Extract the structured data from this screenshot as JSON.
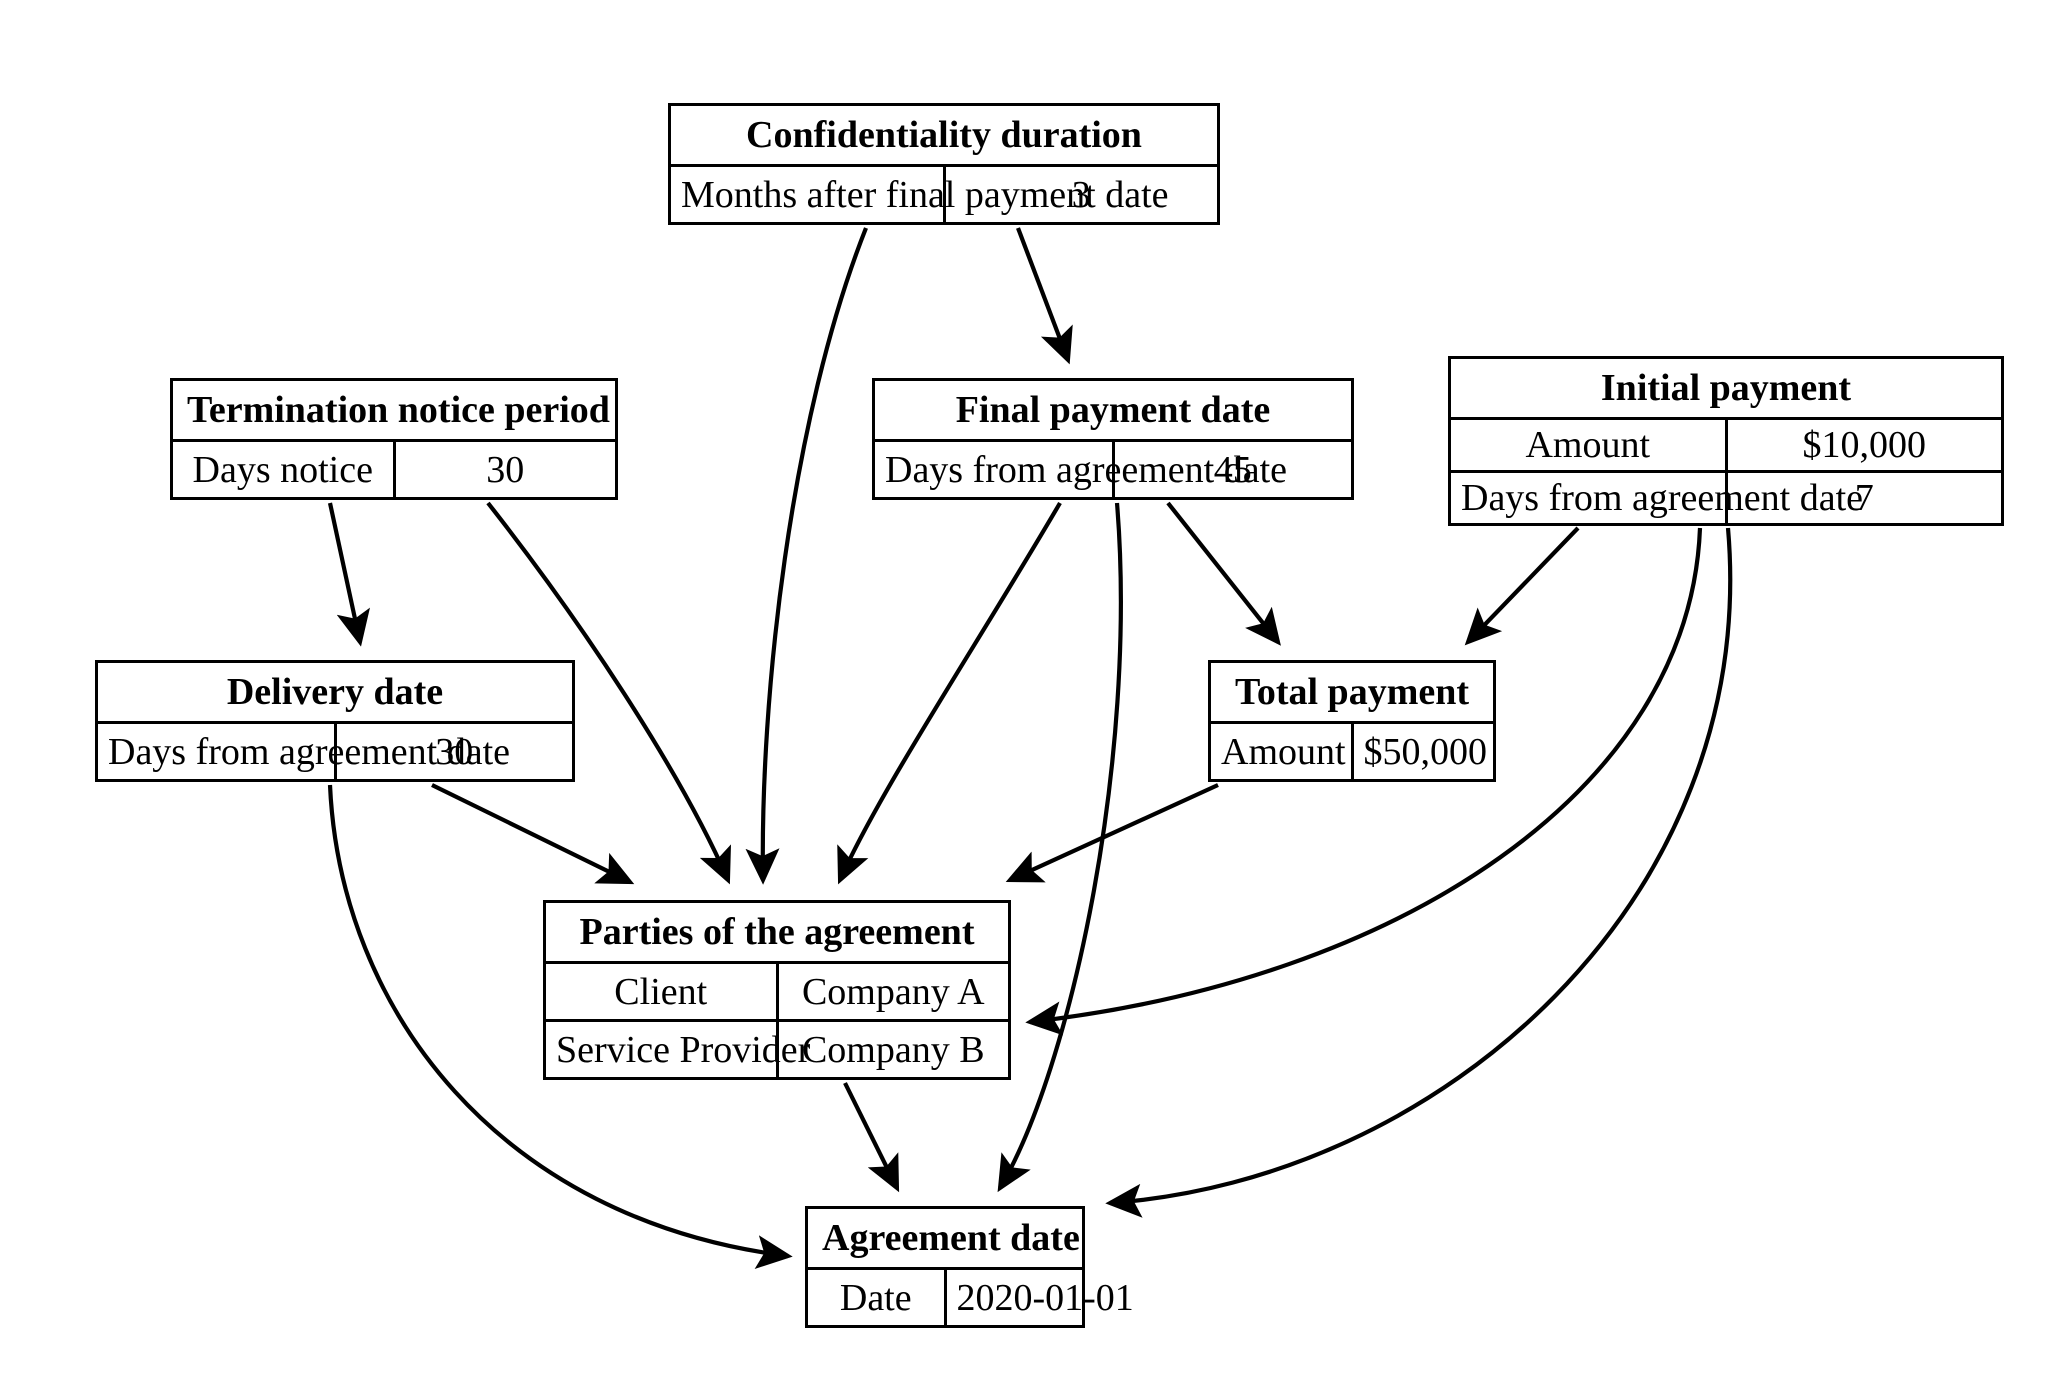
{
  "diagram": {
    "type": "entity-relationship-flow",
    "background_color": "#ffffff",
    "line_color": "#000000",
    "nodes": [
      {
        "id": "confidentiality",
        "title": "Confidentiality duration",
        "rows": [
          {
            "key": "Months after final payment date",
            "value": "3"
          }
        ]
      },
      {
        "id": "termination",
        "title": "Termination notice period",
        "rows": [
          {
            "key": "Days notice",
            "value": "30"
          }
        ]
      },
      {
        "id": "final_payment",
        "title": "Final payment date",
        "rows": [
          {
            "key": "Days from agreement date",
            "value": "45"
          }
        ]
      },
      {
        "id": "initial_payment",
        "title": "Initial payment",
        "rows": [
          {
            "key": "Amount",
            "value": "$10,000"
          },
          {
            "key": "Days from agreement date",
            "value": "7"
          }
        ]
      },
      {
        "id": "delivery",
        "title": "Delivery date",
        "rows": [
          {
            "key": "Days from agreement date",
            "value": "30"
          }
        ]
      },
      {
        "id": "total_payment",
        "title": "Total payment",
        "rows": [
          {
            "key": "Amount",
            "value": "$50,000"
          }
        ]
      },
      {
        "id": "parties",
        "title": "Parties of the agreement",
        "rows": [
          {
            "key": "Client",
            "value": "Company A"
          },
          {
            "key": "Service Provider",
            "value": "Company B"
          }
        ]
      },
      {
        "id": "agreement_date",
        "title": "Agreement date",
        "rows": [
          {
            "key": "Date",
            "value": "2020-01-01"
          }
        ]
      }
    ],
    "edges": [
      {
        "from": "confidentiality",
        "to": "final_payment"
      },
      {
        "from": "confidentiality",
        "to": "parties"
      },
      {
        "from": "termination",
        "to": "delivery"
      },
      {
        "from": "termination",
        "to": "parties"
      },
      {
        "from": "final_payment",
        "to": "total_payment"
      },
      {
        "from": "final_payment",
        "to": "parties"
      },
      {
        "from": "final_payment",
        "to": "agreement_date"
      },
      {
        "from": "initial_payment",
        "to": "total_payment"
      },
      {
        "from": "initial_payment",
        "to": "parties"
      },
      {
        "from": "initial_payment",
        "to": "agreement_date"
      },
      {
        "from": "delivery",
        "to": "parties"
      },
      {
        "from": "delivery",
        "to": "agreement_date"
      },
      {
        "from": "total_payment",
        "to": "parties"
      },
      {
        "from": "parties",
        "to": "agreement_date"
      }
    ]
  }
}
